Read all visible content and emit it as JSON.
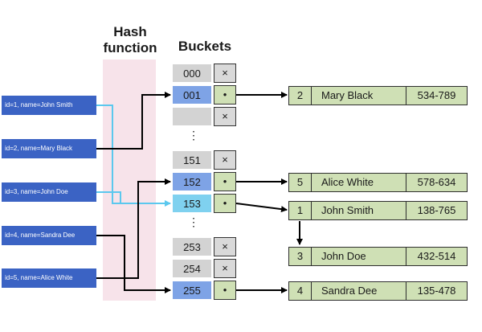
{
  "headers": {
    "hash_line1": "Hash",
    "hash_line2": "function",
    "buckets": "Buckets"
  },
  "keys": [
    {
      "label": "id=1, name=John Smith"
    },
    {
      "label": "id=2, name=Mary Black"
    },
    {
      "label": "id=3, name=John Doe"
    },
    {
      "label": "id=4, name=Sandra Dee"
    },
    {
      "label": "id=5, name=Alice White"
    }
  ],
  "buckets": [
    {
      "index": "000",
      "pointer": "×"
    },
    {
      "index": "001",
      "pointer": "•"
    },
    {
      "index": "",
      "pointer": "×"
    },
    {
      "index": "151",
      "pointer": "×"
    },
    {
      "index": "152",
      "pointer": "•"
    },
    {
      "index": "153",
      "pointer": "•"
    },
    {
      "index": "253",
      "pointer": "×"
    },
    {
      "index": "254",
      "pointer": "×"
    },
    {
      "index": "255",
      "pointer": "•"
    }
  ],
  "ellipsis": "⋮",
  "entries": [
    {
      "idx": "2",
      "name": "Mary Black",
      "phone": "534-789"
    },
    {
      "idx": "5",
      "name": "Alice White",
      "phone": "578-634"
    },
    {
      "idx": "1",
      "name": "John Smith",
      "phone": "138-765"
    },
    {
      "idx": "3",
      "name": "John Doe",
      "phone": "432-514"
    },
    {
      "idx": "4",
      "name": "Sandra Dee",
      "phone": "135-478"
    }
  ],
  "colors": {
    "key_fill": "#3b63c4",
    "bucket_hit": "#7ea3e6",
    "bucket_hit_cyan": "#7fd1ef",
    "entry_fill": "#cfe0b5",
    "hash_band": "#f7e3ea",
    "cyan_line": "#5bc8ee"
  }
}
